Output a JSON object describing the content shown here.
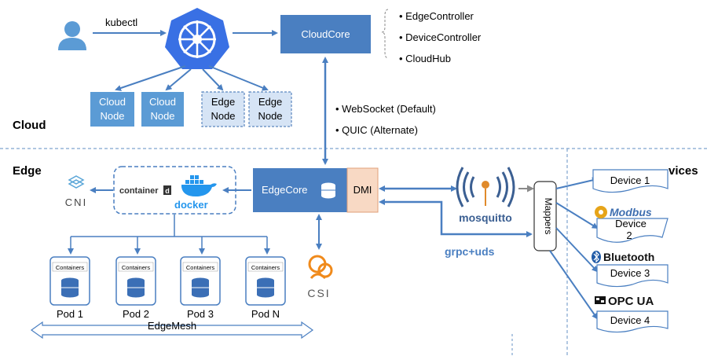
{
  "regions": {
    "cloud": "Cloud",
    "edge": "Edge",
    "devices": "vices"
  },
  "user": {
    "command": "kubectl"
  },
  "cloudcore": {
    "label": "CloudCore",
    "components": [
      "• EdgeController",
      "• DeviceController",
      "• CloudHub"
    ]
  },
  "nodes": [
    {
      "line1": "Cloud",
      "line2": "Node"
    },
    {
      "line1": "Cloud",
      "line2": "Node"
    },
    {
      "line1": "Edge",
      "line2": "Node"
    },
    {
      "line1": "Edge",
      "line2": "Node"
    }
  ],
  "protocols": [
    "• WebSocket (Default)",
    "• QUIC (Alternate)"
  ],
  "edgecore": {
    "label": "EdgeCore",
    "dmi": "DMI"
  },
  "runtime": {
    "containerd": "container",
    "containerd_suffix": "d",
    "docker": "docker"
  },
  "cni": "CNI",
  "csi": "CSI",
  "pods": [
    {
      "name": "Pod 1",
      "tag": "Containers"
    },
    {
      "name": "Pod 2",
      "tag": "Containers"
    },
    {
      "name": "Pod 3",
      "tag": "Containers"
    },
    {
      "name": "Pod N",
      "tag": "Containers"
    }
  ],
  "edgemesh": "EdgeMesh",
  "mosquitto": "mosquitto",
  "grpc": "grpc+uds",
  "mappers": "Mappers",
  "devices": [
    {
      "label": "Device 1",
      "brand": ""
    },
    {
      "label": "Device",
      "label2": "2",
      "brand": "Modbus"
    },
    {
      "label": "Device 3",
      "brand": "Bluetooth"
    },
    {
      "label": "Device 4",
      "brand": "OPC UA"
    }
  ],
  "colors": {
    "primary_blue": "#4a7fc1",
    "node_blue": "#5b9bd5",
    "edge_node_fill": "#d6e4f5",
    "dmi_fill": "#f8d9c4",
    "arrow_blue": "#4a7fc1",
    "mosquitto_orange": "#e08a2b",
    "mosquitto_blue": "#3b5f92",
    "csi_orange": "#f08a1b"
  }
}
